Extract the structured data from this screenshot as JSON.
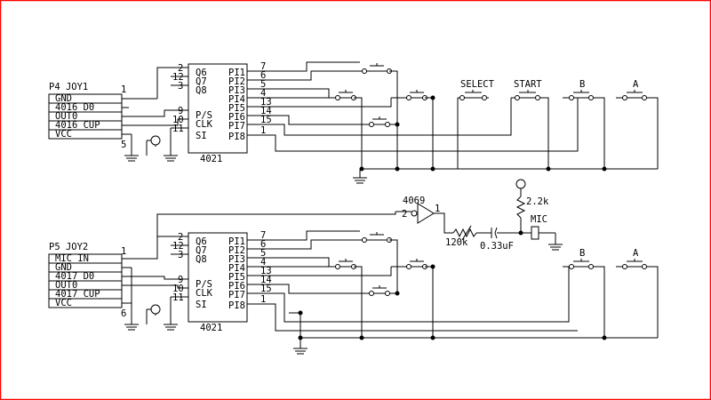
{
  "colors": {
    "border": "#ff0000",
    "line": "#000000",
    "background": "#ffffff"
  },
  "ports": [
    {
      "title": "P4 JOY1",
      "connector_pins": [
        "GND",
        "4016 D0",
        "OUT0",
        "4016 CUP",
        "VCC"
      ],
      "pin_marker": "1",
      "bottom_marker": "5",
      "chip_name": "4021",
      "chip_left_pins": [
        "Q6",
        "Q7",
        "Q8",
        "P/S",
        "CLK",
        "SI"
      ],
      "chip_left_numbers": [
        "2",
        "12",
        "3",
        "9",
        "10",
        "11"
      ],
      "chip_right_pins": [
        "PI1",
        "PI2",
        "PI3",
        "PI4",
        "PI5",
        "PI6",
        "PI7",
        "PI8"
      ],
      "chip_right_numbers": [
        "7",
        "6",
        "5",
        "4",
        "13",
        "14",
        "15",
        "1"
      ],
      "button_labels": [
        "SELECT",
        "START",
        "B",
        "A"
      ]
    },
    {
      "title": "P5 JOY2",
      "connector_pins": [
        "MIC IN",
        "GND",
        "4017 D0",
        "OUT0",
        "4017 CUP",
        "VCC"
      ],
      "pin_marker": "1",
      "bottom_marker": "6",
      "chip_name": "4021",
      "chip_left_pins": [
        "Q6",
        "Q7",
        "Q8",
        "P/S",
        "CLK",
        "SI"
      ],
      "chip_left_numbers": [
        "2",
        "12",
        "3",
        "9",
        "10",
        "11"
      ],
      "chip_right_pins": [
        "PI1",
        "PI2",
        "PI3",
        "PI4",
        "PI5",
        "PI6",
        "PI7",
        "PI8"
      ],
      "chip_right_numbers": [
        "7",
        "6",
        "5",
        "4",
        "13",
        "14",
        "15",
        "1"
      ],
      "button_labels": [
        "B",
        "A"
      ]
    }
  ],
  "mic_circuit": {
    "inverter": "4069",
    "inverter_in": "2",
    "inverter_out": "1",
    "resistor_1": "120k",
    "capacitor": "0.33uF",
    "resistor_2": "2.2k",
    "mic": "MIC"
  }
}
